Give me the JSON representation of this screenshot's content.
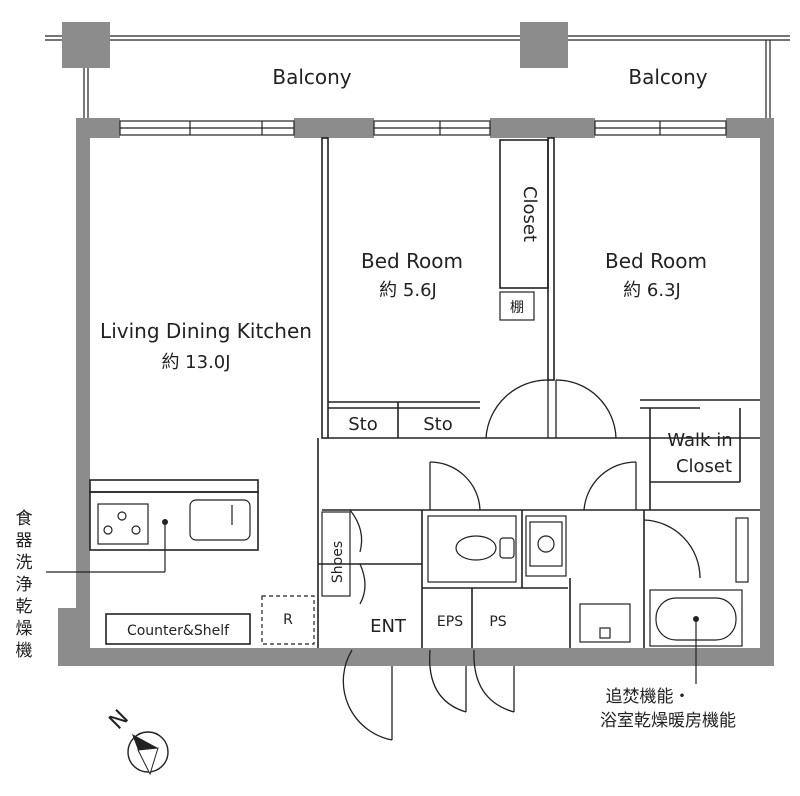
{
  "rooms": {
    "balcony_left": "Balcony",
    "balcony_right": "Balcony",
    "ldk_name": "Living Dining Kitchen",
    "ldk_size": "約 13.0J",
    "bed1_name": "Bed Room",
    "bed1_size": "約 5.6J",
    "bed2_name": "Bed Room",
    "bed2_size": "約 6.3J",
    "closet": "Closet",
    "shelf": "棚",
    "sto1": "Sto",
    "sto2": "Sto",
    "wic_line1": "Walk in",
    "wic_line2": "Closet",
    "shoes": "Shoes",
    "entrance": "ENT",
    "eps": "EPS",
    "ps": "PS",
    "counter": "Counter&Shelf",
    "fridge": "R"
  },
  "notes": {
    "dishwasher": [
      "食",
      "器",
      "洗",
      "浄",
      "乾",
      "燥",
      "機"
    ],
    "bath_line1": "追焚機能・",
    "bath_line2": "浴室乾燥暖房機能"
  },
  "compass": {
    "north": "N"
  },
  "colors": {
    "wall": "#8c8c8c",
    "line": "#222222"
  }
}
